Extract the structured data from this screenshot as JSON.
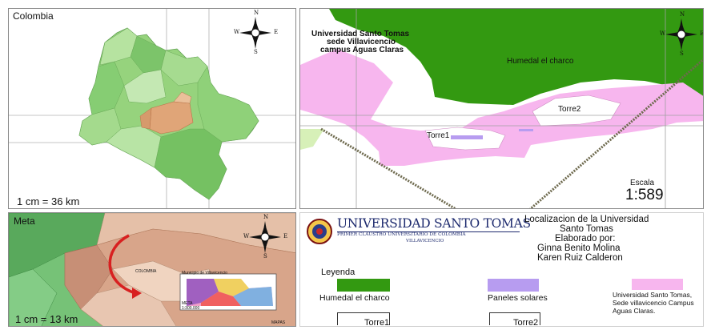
{
  "panels": {
    "colombia": {
      "title": "Colombia",
      "scale": "1 cm = 36 km"
    },
    "campus": {
      "title_lines": [
        "Universidad Santo Tomas",
        "sede Villavicencio",
        "campus Aguas Claras"
      ],
      "humedal_label": "Humedal el charco",
      "torre1_label": "Torre1",
      "torre2_label": "Torre2",
      "scale_title": "Escala",
      "scale_value": "1:589"
    },
    "meta": {
      "title": "Meta",
      "scale": "1 cm = 13 km",
      "inset": {
        "colombia": "COLOMBIA",
        "municipio": "Municipio de Villavicencio",
        "meta": "META",
        "escala": "1:300.000",
        "brand": "MAPAS"
      }
    }
  },
  "compass": {
    "n": "N",
    "s": "S",
    "e": "E",
    "w": "W"
  },
  "info": {
    "logo_main": "UNIVERSIDAD SANTO TOMAS",
    "logo_sub": "PRIMER CLAUSTRO UNIVERSITARIO DE COLOMBIA",
    "logo_city": "VILLAVICENCIO",
    "title_lines": [
      "Localizacion de la Universidad",
      "Santo Tomas",
      "Elaborado por:",
      "Ginna Benito Molina",
      "Karen Ruiz Calderon"
    ]
  },
  "legend": {
    "title": "Leyenda",
    "items": [
      {
        "label": "Humedal el charco",
        "color": "#339911"
      },
      {
        "label": "Paneles solares",
        "color": "#b79cf0"
      },
      {
        "label": "Universidad Santo Tomas, Sede villavicencio Campus Aguas Claras.",
        "color": "#f7b6ee"
      }
    ],
    "torre1": "Torre1",
    "torre2": "Torre2"
  },
  "colors": {
    "humedal": "#339911",
    "campus": "#f7b6ee",
    "solar": "#b79cf0",
    "grid": "#a0a0a0",
    "road": "#6e6a4e"
  }
}
